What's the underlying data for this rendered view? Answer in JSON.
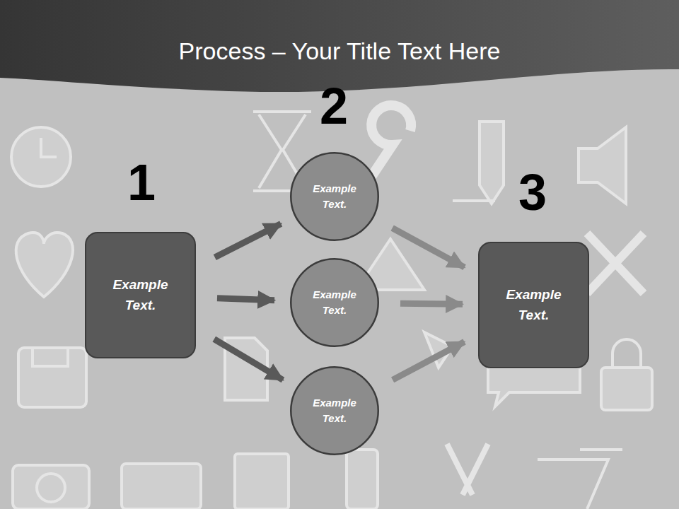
{
  "diagram": {
    "title": "Process – Your Title Text Here",
    "nodes": [
      {
        "text": [
          "Example Text."
        ]
      },
      {
        "text": [
          "Example Text."
        ]
      },
      {
        "text": [
          "Example Text."
        ]
      },
      {
        "text": [
          "Example Text."
        ]
      },
      {
        "text": [
          "Example Text."
        ]
      }
    ],
    "edges": [
      {
        "from": 0,
        "to": 1,
        "arrow": "to"
      },
      {
        "from": 0,
        "to": 2,
        "arrow": "to"
      },
      {
        "from": 0,
        "to": 3,
        "arrow": "to"
      },
      {
        "from": 1,
        "to": 4,
        "arrow": "to"
      },
      {
        "from": 2,
        "to": 4,
        "arrow": "to"
      },
      {
        "from": 3,
        "to": 4,
        "arrow": "to"
      }
    ],
    "labels": [
      "1",
      "2",
      "3"
    ]
  }
}
